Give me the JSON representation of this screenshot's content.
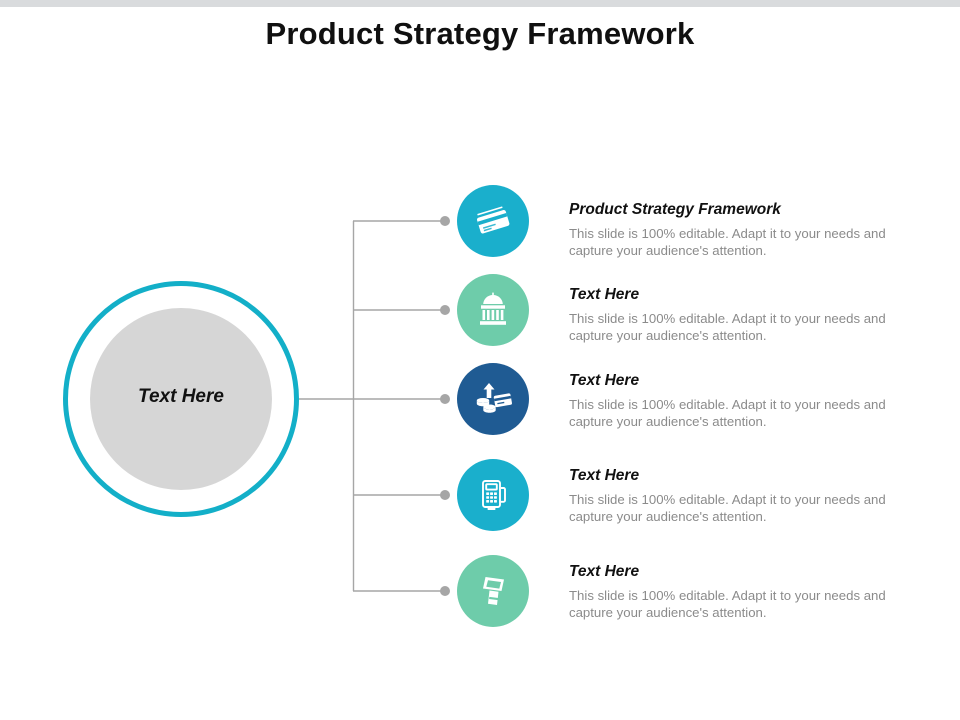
{
  "slide": {
    "title": "Product Strategy Framework",
    "top_band_color": "#d9dbdd",
    "background_color": "#ffffff"
  },
  "hub": {
    "label": "Text Here",
    "ring_color": "#13AFC8",
    "fill_color": "#d6d6d6"
  },
  "connector": {
    "line_color": "#a6a6a6",
    "dot_color": "#a6a6a6"
  },
  "items": [
    {
      "icon": "credit-card-icon",
      "icon_color": "#1AAFCC",
      "heading": "Product Strategy Framework",
      "body": "This slide is 100% editable.  Adapt it to your needs and capture your audience's attention."
    },
    {
      "icon": "bank-building-icon",
      "icon_color": "#6ECCAA",
      "heading": "Text Here",
      "body": "This slide is 100% editable.  Adapt it to your needs and capture your audience's attention."
    },
    {
      "icon": "coins-growth-card-icon",
      "icon_color": "#1F5B93",
      "heading": "Text Here",
      "body": "This slide is 100% editable.  Adapt it to your needs and capture your audience's attention."
    },
    {
      "icon": "card-payment-terminal-icon",
      "icon_color": "#1AAFCC",
      "heading": "Text Here",
      "body": "This slide is 100% editable.  Adapt it to your needs and capture your audience's attention."
    },
    {
      "icon": "atm-kiosk-icon",
      "icon_color": "#6ECCAA",
      "heading": "Text Here",
      "body": "This slide is 100% editable.  Adapt it to your needs and capture your audience's attention."
    }
  ]
}
